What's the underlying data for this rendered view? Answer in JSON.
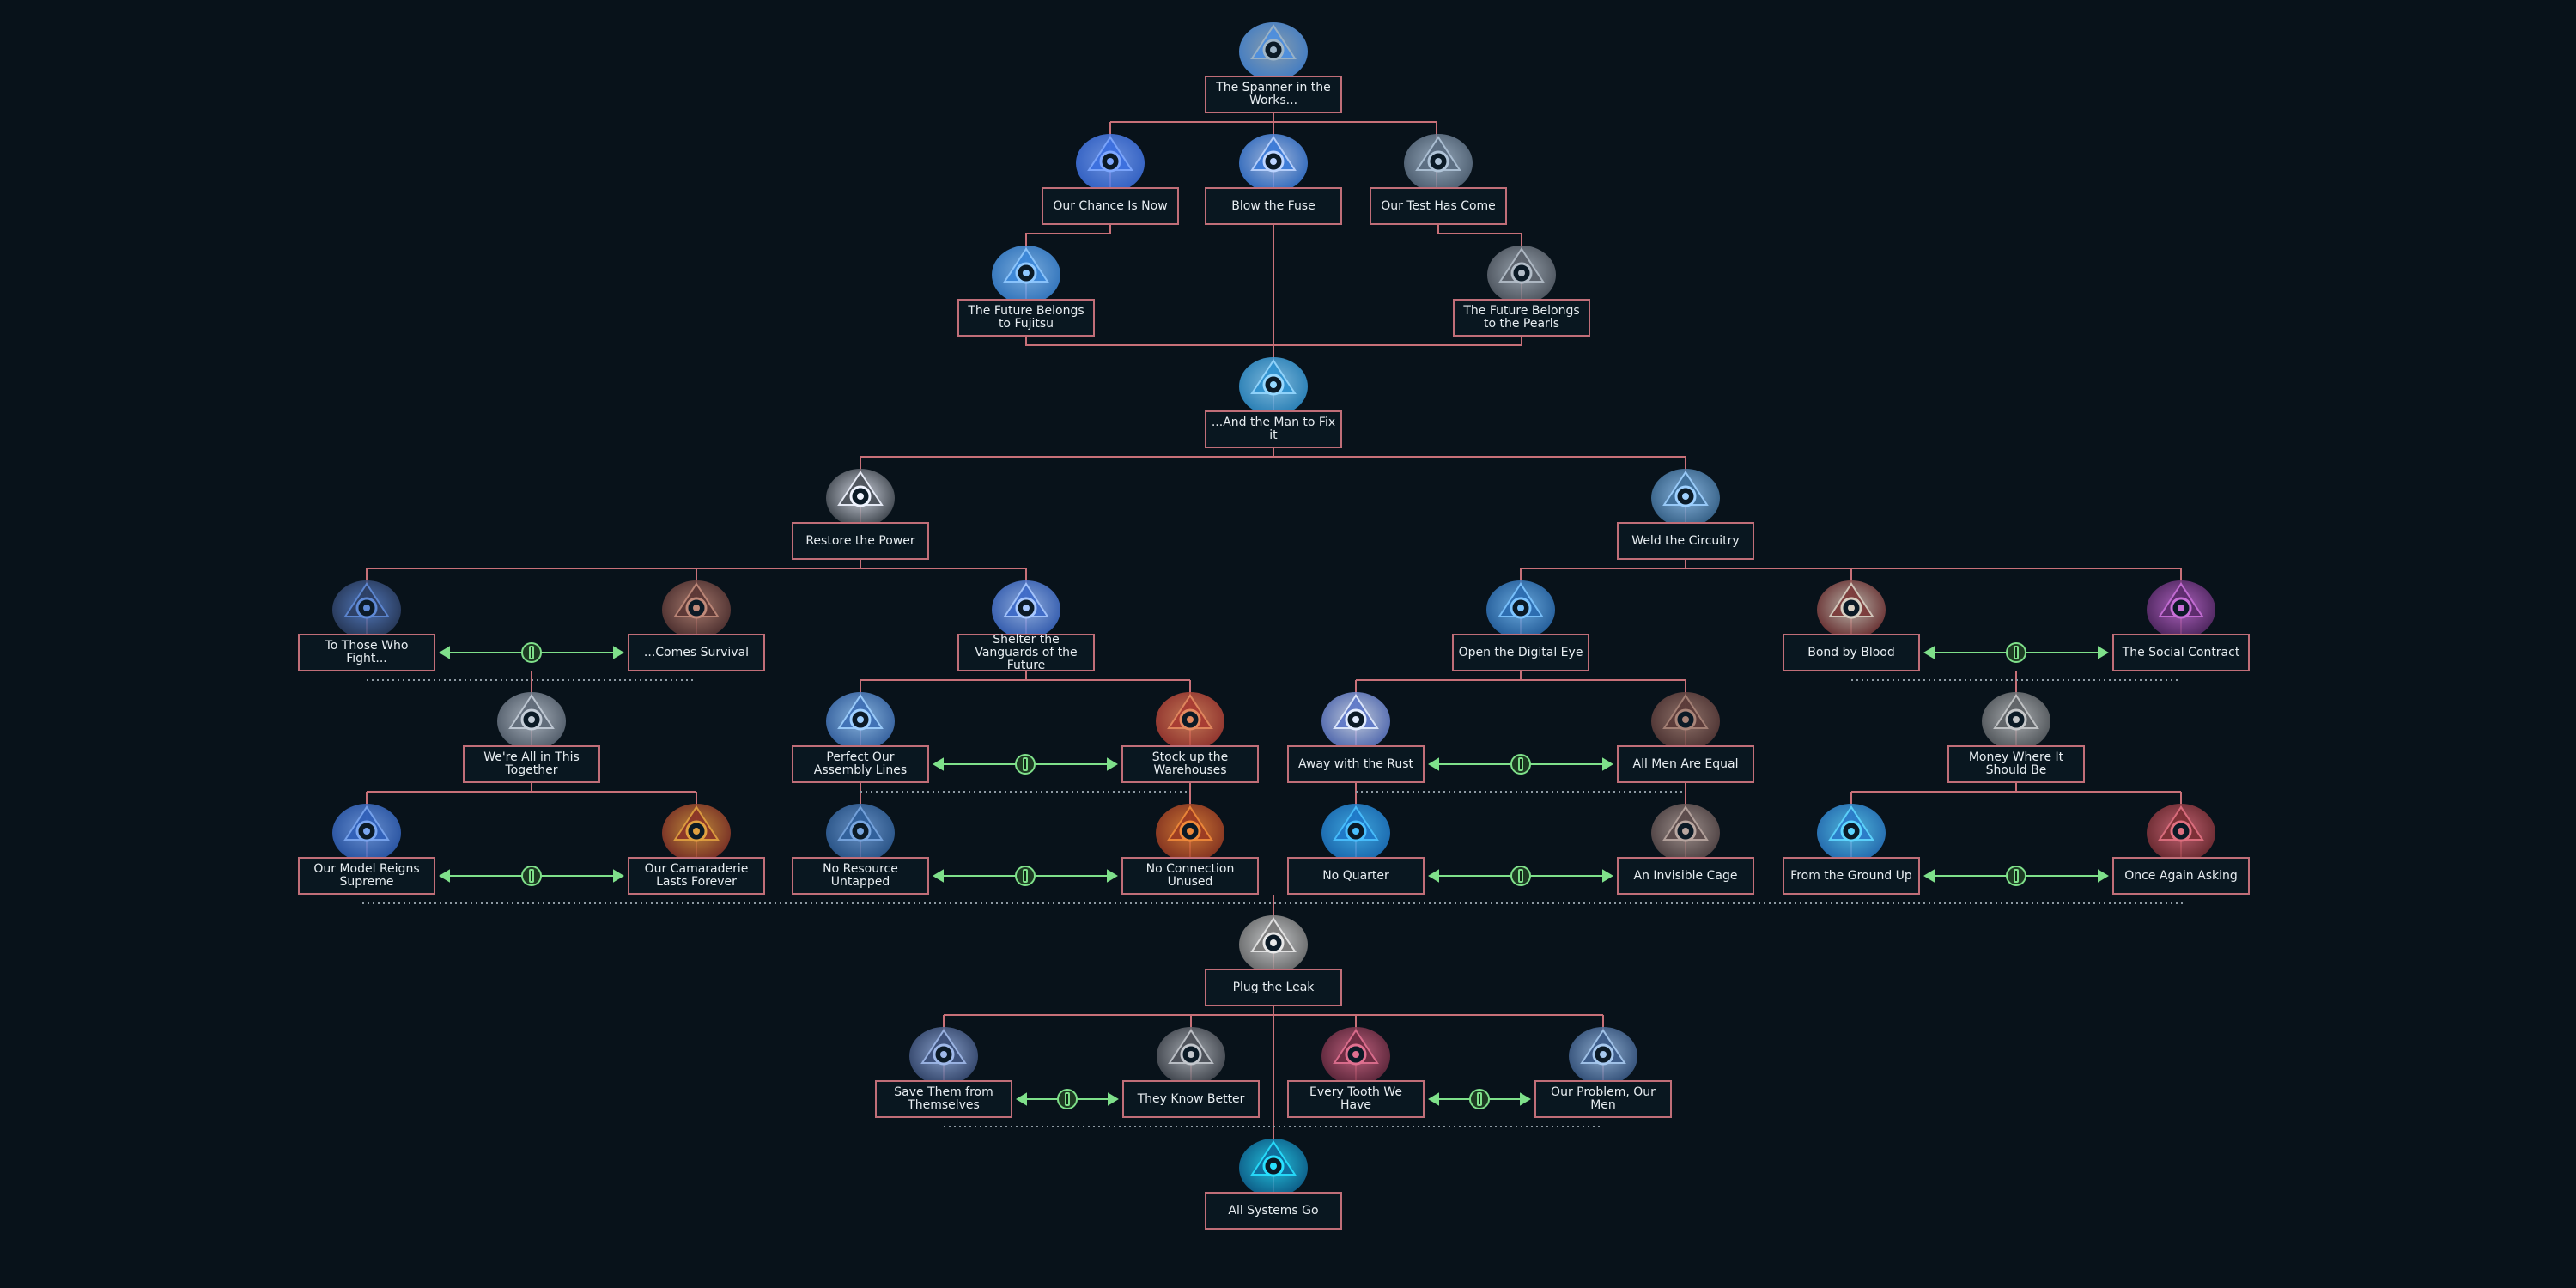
{
  "colors": {
    "background": "#08121a",
    "node_border": "#c06e78",
    "connector": "#c87078",
    "exclusive": "#7fe08a",
    "dotted": "#8e9aa3",
    "icon_blue": "#3f7fd8",
    "icon_cyan": "#32c8e8"
  },
  "focus_tree": {
    "nodes": [
      {
        "id": "spanner",
        "label": "The Spanner in the Works...",
        "icon": "wrench-spanner-icon"
      },
      {
        "id": "chance",
        "label": "Our Chance Is Now",
        "icon": "computer-terminal-icon"
      },
      {
        "id": "fuse",
        "label": "Blow the Fuse",
        "icon": "fuse-spark-icon"
      },
      {
        "id": "test",
        "label": "Our Test Has Come",
        "icon": "circuit-board-icon"
      },
      {
        "id": "fujitsu",
        "label": "The Future Belongs to Fujitsu",
        "icon": "gears-icon"
      },
      {
        "id": "pearls",
        "label": "The Future Belongs to the Pearls",
        "icon": "machinery-gear-icon"
      },
      {
        "id": "fix",
        "label": "...And the Man to Fix it",
        "icon": "engine-wrench-icon"
      },
      {
        "id": "restore",
        "label": "Restore the Power",
        "icon": "light-panel-icon"
      },
      {
        "id": "weld",
        "label": "Weld the Circuitry",
        "icon": "circuit-chip-icon"
      },
      {
        "id": "fight",
        "label": "To Those Who Fight...",
        "icon": "armored-soldier-icon"
      },
      {
        "id": "survival",
        "label": "...Comes Survival",
        "icon": "handshake-icon"
      },
      {
        "id": "shelter",
        "label": "Shelter the Vanguards of the Future",
        "icon": "mechanical-arm-icon"
      },
      {
        "id": "digital",
        "label": "Open the Digital Eye",
        "icon": "digital-eye-icon"
      },
      {
        "id": "blood",
        "label": "Bond by Blood",
        "icon": "geisha-icon"
      },
      {
        "id": "social",
        "label": "The Social Contract",
        "icon": "flower-portrait-icon"
      },
      {
        "id": "together",
        "label": "We're All in This Together",
        "icon": "workers-group-icon"
      },
      {
        "id": "assembly",
        "label": "Perfect Our Assembly Lines",
        "icon": "robotic-assembly-icon"
      },
      {
        "id": "warehouses",
        "label": "Stock up the Warehouses",
        "icon": "crates-icon"
      },
      {
        "id": "rust",
        "label": "Away with the Rust",
        "icon": "polishing-cloth-icon"
      },
      {
        "id": "equal",
        "label": "All Men Are Equal",
        "icon": "scales-icon"
      },
      {
        "id": "money",
        "label": "Money Where It Should Be",
        "icon": "money-bag-icon"
      },
      {
        "id": "model",
        "label": "Our Model Reigns Supreme",
        "icon": "winged-emblem-icon"
      },
      {
        "id": "camaraderie",
        "label": "Our Camaraderie Lasts Forever",
        "icon": "unity-emblem-icon"
      },
      {
        "id": "untapped",
        "label": "No Resource Untapped",
        "icon": "ore-resource-icon"
      },
      {
        "id": "unused",
        "label": "No Connection Unused",
        "icon": "burning-gear-icon"
      },
      {
        "id": "quarter",
        "label": "No Quarter",
        "icon": "cyber-shield-icon"
      },
      {
        "id": "cage",
        "label": "An Invisible Cage",
        "icon": "cage-icon"
      },
      {
        "id": "ground",
        "label": "From the Ground Up",
        "icon": "crystal-tech-icon"
      },
      {
        "id": "asking",
        "label": "Once Again Asking",
        "icon": "ornate-mask-icon"
      },
      {
        "id": "leak",
        "label": "Plug the Leak",
        "icon": "power-socket-icon"
      },
      {
        "id": "themselves",
        "label": "Save Them from Themselves",
        "icon": "warship-icon"
      },
      {
        "id": "better",
        "label": "They Know Better",
        "icon": "officer-portrait-icon"
      },
      {
        "id": "tooth",
        "label": "Every Tooth We Have",
        "icon": "propaganda-poster-icon"
      },
      {
        "id": "problem",
        "label": "Our Problem, Our Men",
        "icon": "soldier-aiming-icon"
      },
      {
        "id": "systems",
        "label": "All Systems Go",
        "icon": "neon-sign-icon"
      }
    ]
  }
}
